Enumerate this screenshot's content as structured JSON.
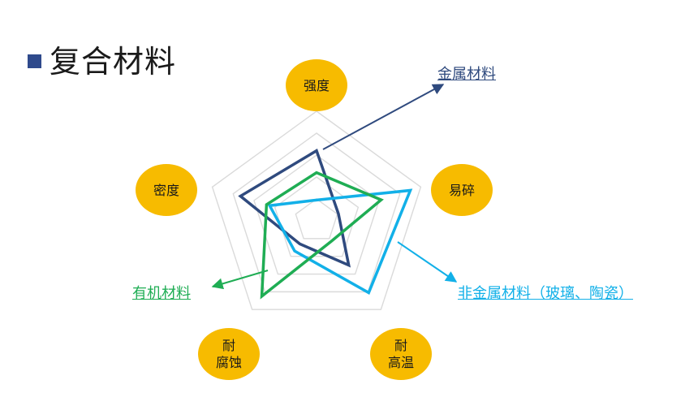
{
  "slide": {
    "title": "复合材料"
  },
  "chart_data": {
    "type": "radar",
    "axes": [
      "强度",
      "易碎",
      "耐\n高温",
      "耐\n腐蚀",
      "密度"
    ],
    "rlim": [
      0,
      1
    ],
    "grid": true,
    "series": [
      {
        "name": "金属材料",
        "color": "#2f4a7e",
        "values": [
          0.64,
          0.21,
          0.5,
          0.26,
          0.73
        ]
      },
      {
        "name": "非金属材料（玻璃、陶瓷）",
        "color": "#12b0e8",
        "values": [
          0.19,
          0.9,
          0.81,
          0.34,
          0.45
        ]
      },
      {
        "name": "有机材料",
        "color": "#1fad54",
        "values": [
          0.44,
          0.62,
          0.23,
          0.85,
          0.48
        ]
      }
    ]
  }
}
